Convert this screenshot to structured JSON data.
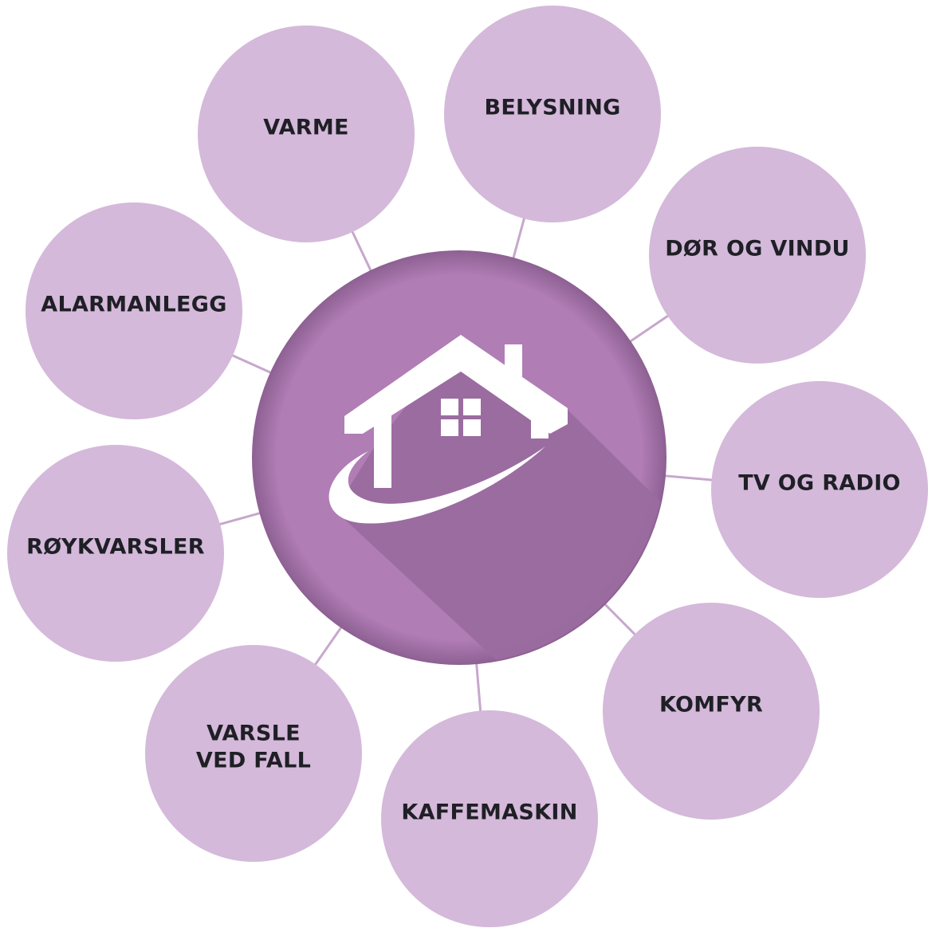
{
  "colors": {
    "center": "#b07db5",
    "center_shadow": "#9a6c9f",
    "center_edge_shadow": "#7d527f",
    "node": "#d4b9da",
    "connector": "#c7a7cd",
    "icon": "#ffffff",
    "label": "#1f1f26"
  },
  "center": {
    "icon": "smart-home-icon"
  },
  "nodes": [
    {
      "id": "varme",
      "lines": [
        "VARME"
      ]
    },
    {
      "id": "belysning",
      "lines": [
        "BELYSNING"
      ]
    },
    {
      "id": "dor-og-vindu",
      "lines": [
        "DØR OG VINDU"
      ]
    },
    {
      "id": "tv-og-radio",
      "lines": [
        "TV OG RADIO"
      ]
    },
    {
      "id": "komfyr",
      "lines": [
        "KOMFYR"
      ]
    },
    {
      "id": "kaffemaskin",
      "lines": [
        "KAFFEMASKIN"
      ]
    },
    {
      "id": "varsle-ved-fall",
      "lines": [
        "VARSLE",
        "VED FALL"
      ]
    },
    {
      "id": "roykvarsler",
      "lines": [
        "RØYKVARSLER"
      ]
    },
    {
      "id": "alarmanlegg",
      "lines": [
        "ALARMANLEGG"
      ]
    }
  ]
}
